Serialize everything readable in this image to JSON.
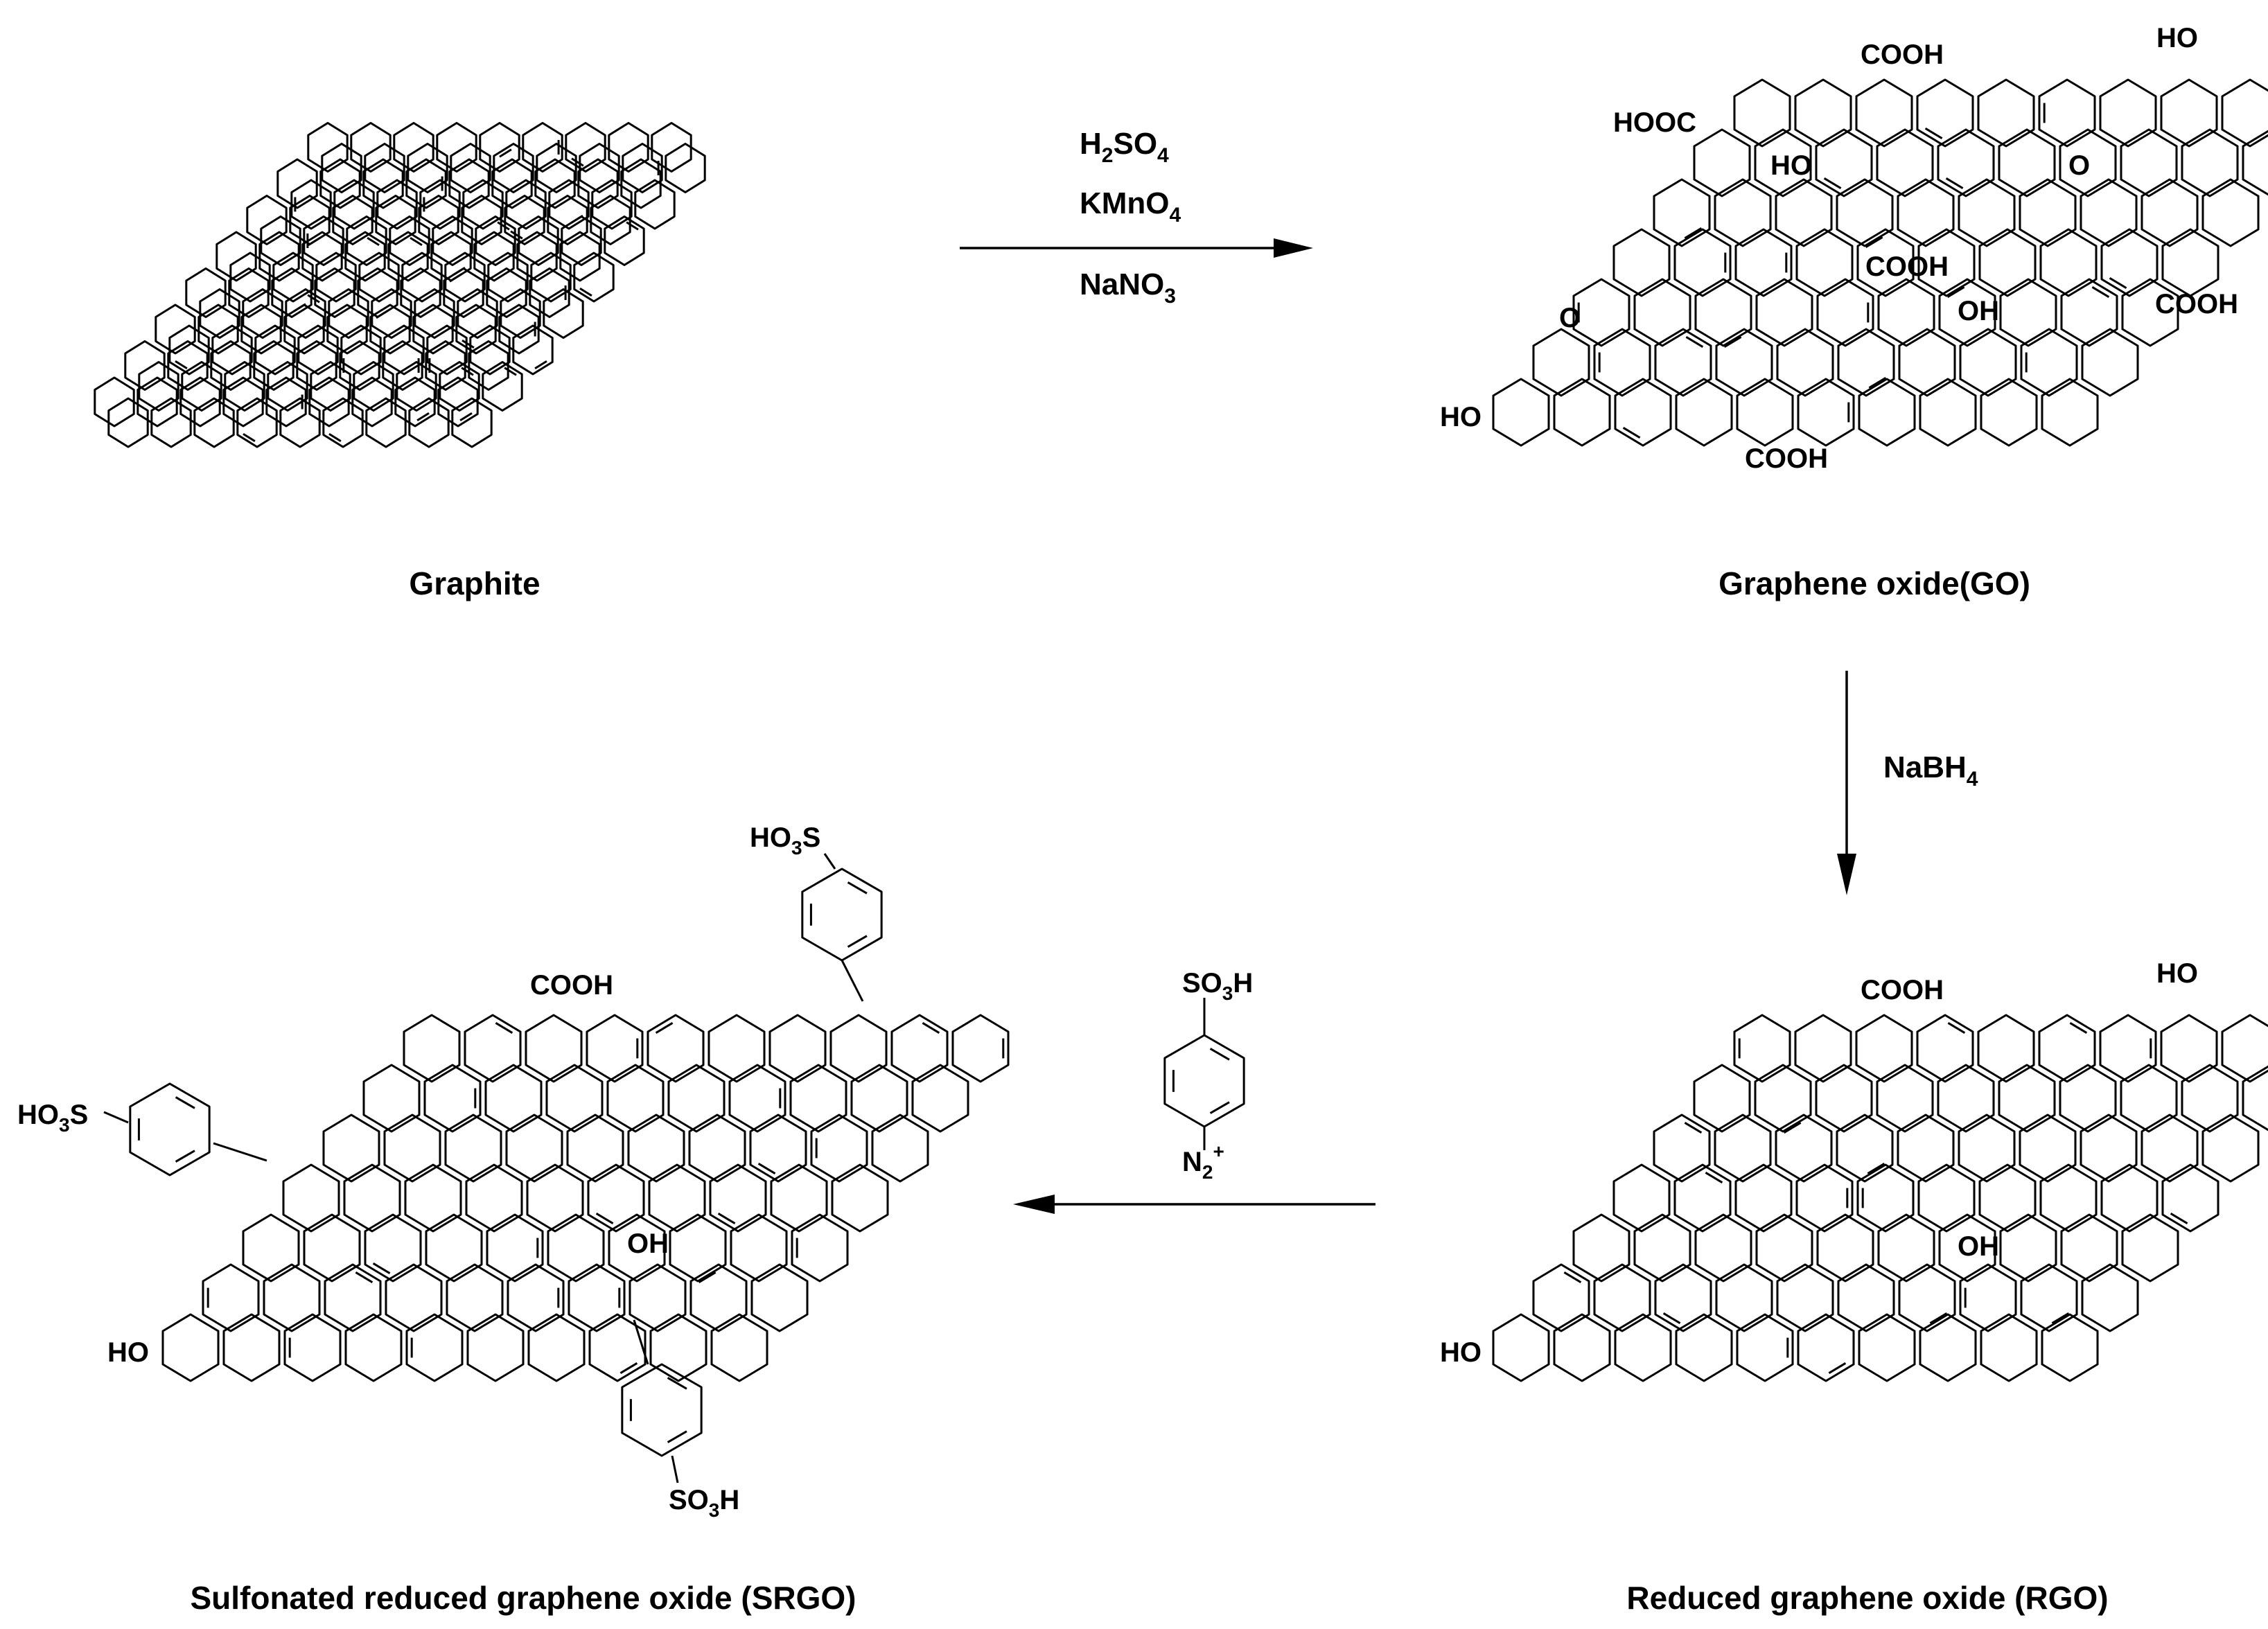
{
  "captions": {
    "graphite": "Graphite",
    "go": "Graphene oxide(GO)",
    "rgo": "Reduced graphene oxide (RGO)",
    "srgo": "Sulfonated reduced graphene oxide (SRGO)"
  },
  "reagents": {
    "step1": [
      {
        "main": "H",
        "sub": "2",
        "tail": "SO",
        "sub2": "4"
      },
      {
        "main": "KMnO",
        "sub": "4"
      },
      {
        "main": "NaNO",
        "sub": "3"
      }
    ],
    "step2": {
      "main": "NaBH",
      "sub": "4"
    },
    "step3": {
      "top": {
        "main": "SO",
        "sub": "3",
        "tail": "H"
      },
      "bottom": {
        "main": "N",
        "sub": "2",
        "sup": "+"
      }
    }
  },
  "go_groups": {
    "cooh_top": "COOH",
    "hooc": "HOOC",
    "ho_top_right": "HO",
    "ho_mid": "HO",
    "o_right": "O",
    "cooh_mid": "COOH",
    "oh_mid": "OH",
    "cooh_right": "COOH",
    "o_left": "O",
    "ho_left": "HO",
    "cooh_bottom": "COOH"
  },
  "rgo_groups": {
    "cooh_top": "COOH",
    "ho_top_right": "HO",
    "oh_mid": "OH",
    "ho_left": "HO"
  },
  "srgo_groups": {
    "ho3s_top": {
      "a": "HO",
      "sub": "3",
      "b": "S"
    },
    "cooh_top": "COOH",
    "ho3s_left": {
      "a": "HO",
      "sub": "3",
      "b": "S"
    },
    "oh_mid": "OH",
    "ho_left": "HO",
    "so3h_bottom": {
      "a": "SO",
      "sub": "3",
      "b": "H"
    }
  }
}
